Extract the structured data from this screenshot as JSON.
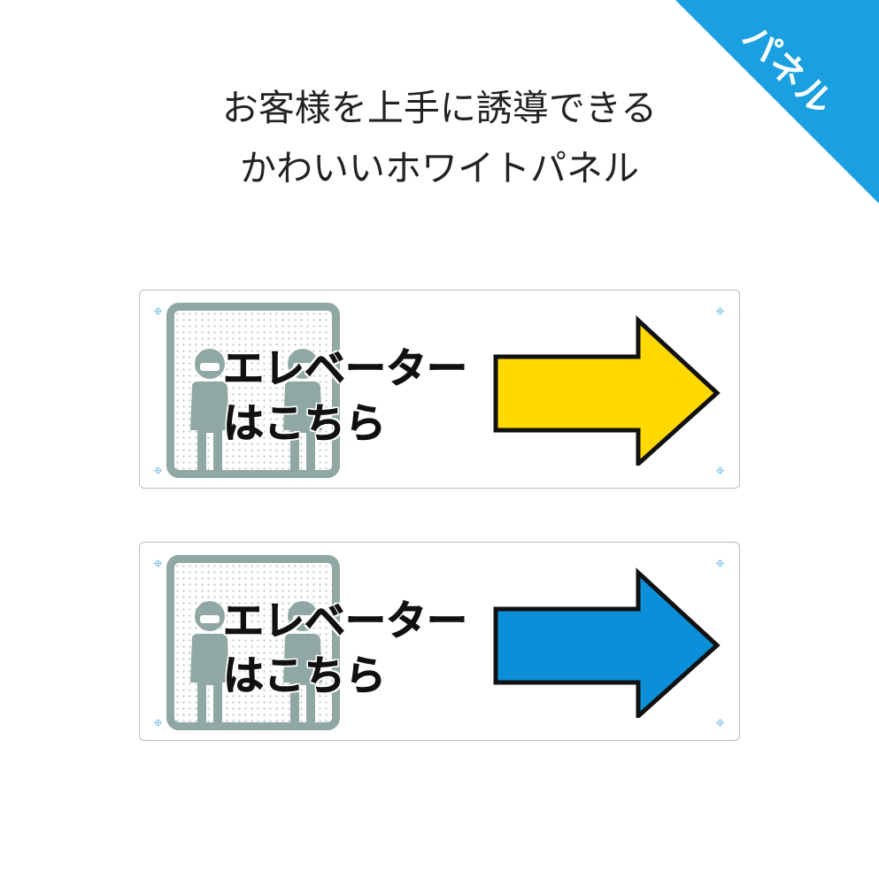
{
  "corner_badge": {
    "text": "パネル",
    "color": "#1aa0e0"
  },
  "headline": {
    "line1": "お客様を上手に誘導できる",
    "line2": "かわいいホワイトパネル"
  },
  "panels": [
    {
      "line1": "エレベーター",
      "line2": "はこちら",
      "arrow_color": "#ffd900",
      "arrow_icon": "arrow-right-icon",
      "people_icon": "masked-people-icon"
    },
    {
      "line1": "エレベーター",
      "line2": "はこちら",
      "arrow_color": "#0a8fd8",
      "arrow_icon": "arrow-right-icon",
      "people_icon": "masked-people-icon"
    }
  ]
}
